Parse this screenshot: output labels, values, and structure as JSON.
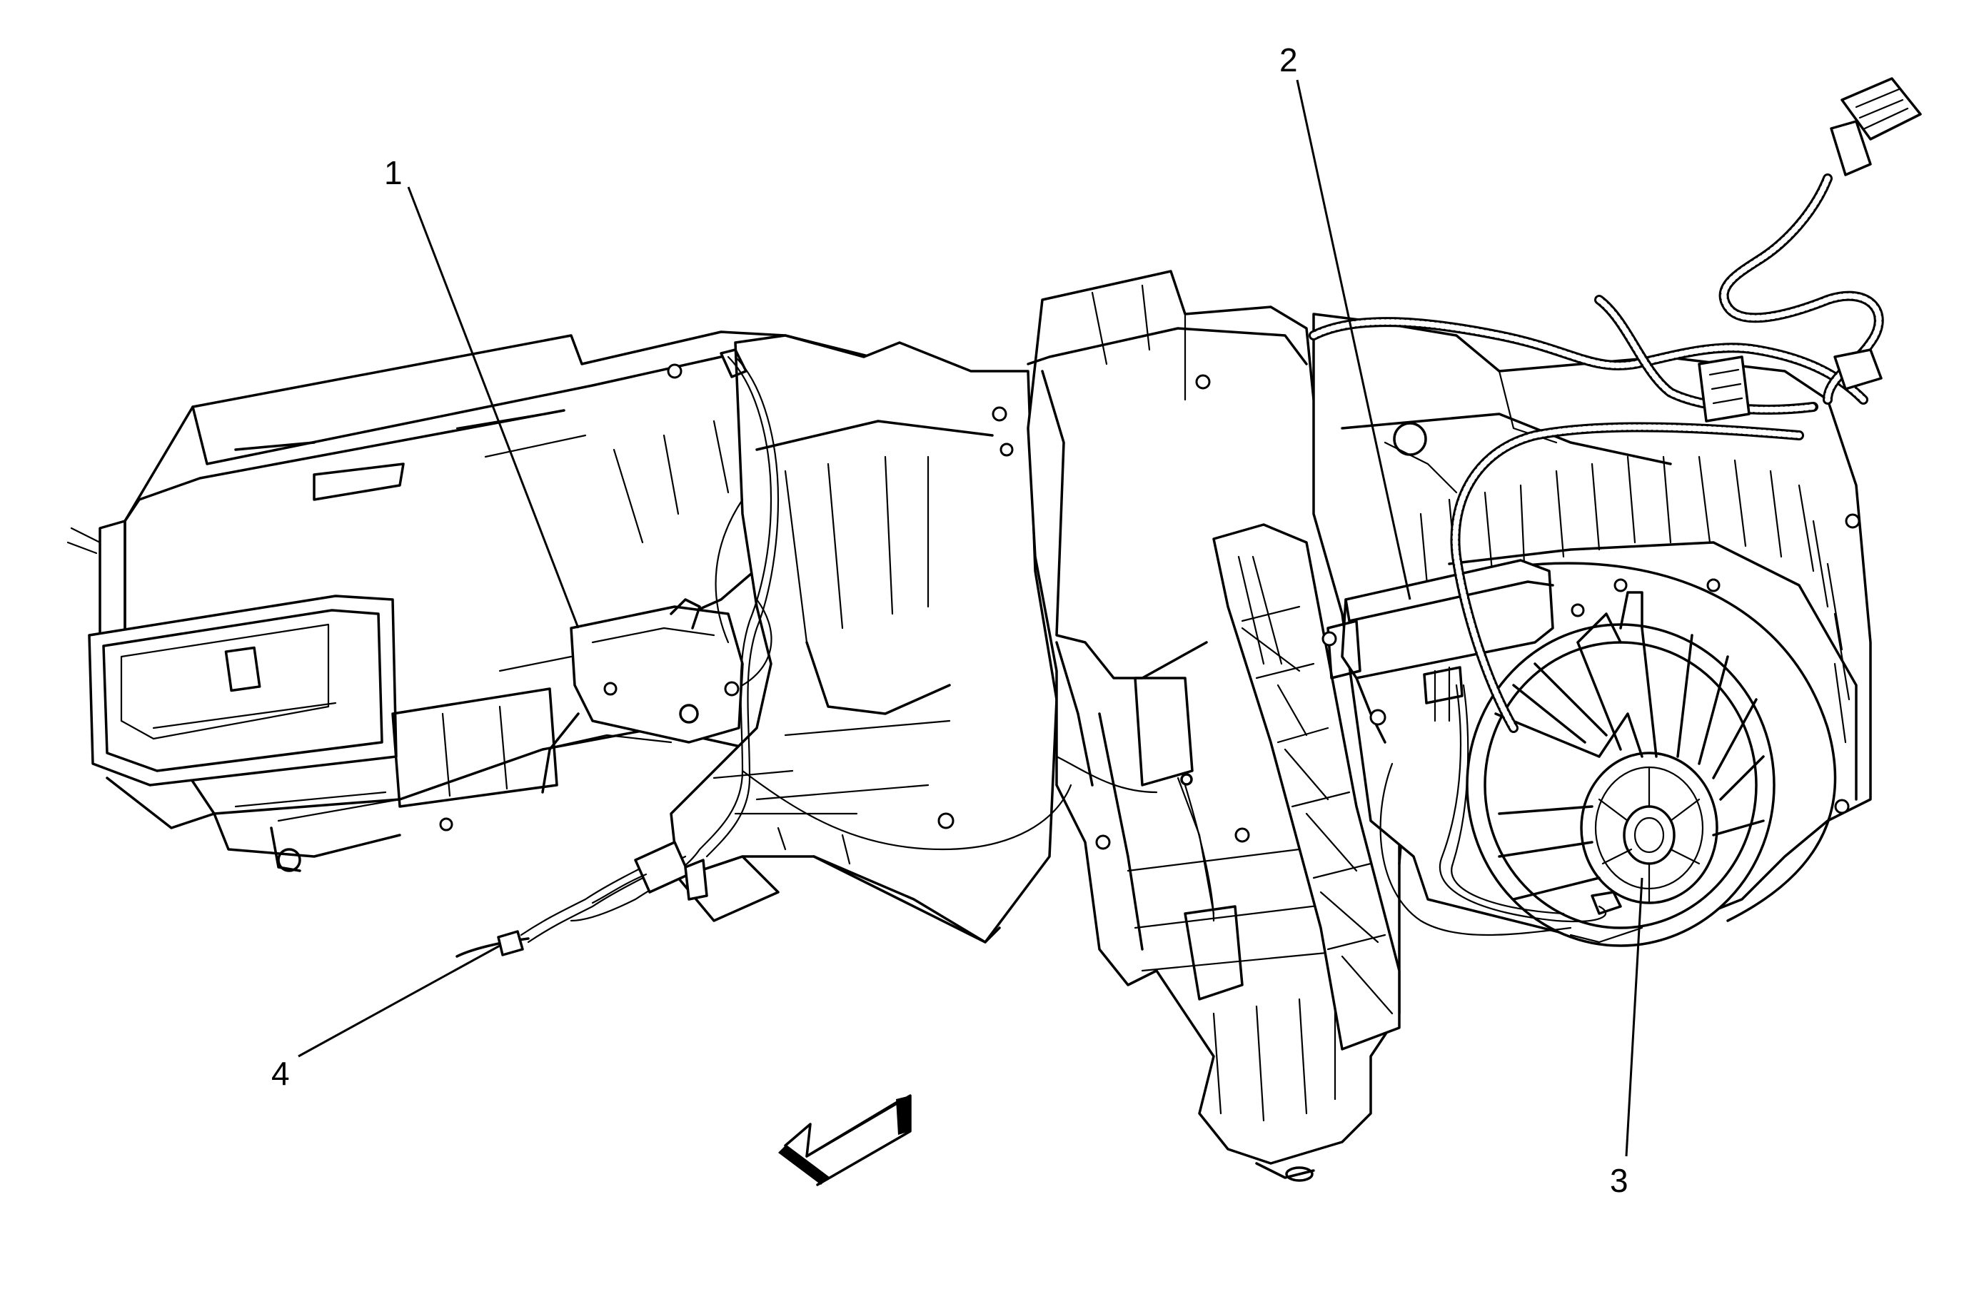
{
  "diagram": {
    "callouts": [
      {
        "id": "1",
        "label": "1"
      },
      {
        "id": "2",
        "label": "2"
      },
      {
        "id": "3",
        "label": "3"
      },
      {
        "id": "4",
        "label": "4"
      }
    ],
    "arrow_icon": "direction-arrow-icon",
    "colors": {
      "line": "#000000",
      "background": "#ffffff"
    }
  }
}
